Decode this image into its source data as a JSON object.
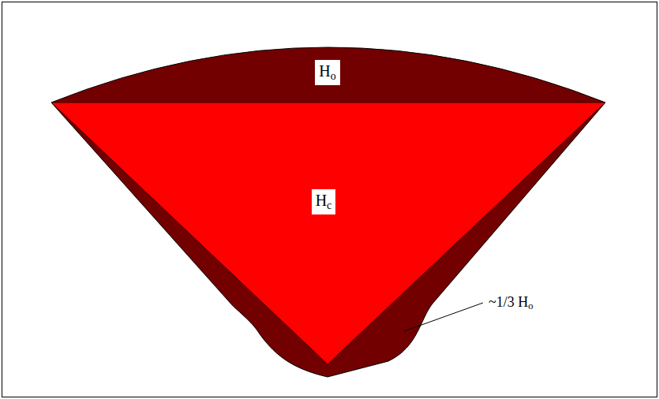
{
  "diagram": {
    "labels": [
      "Ho",
      "Hc",
      "~1/3 Ho"
    ]
  }
}
